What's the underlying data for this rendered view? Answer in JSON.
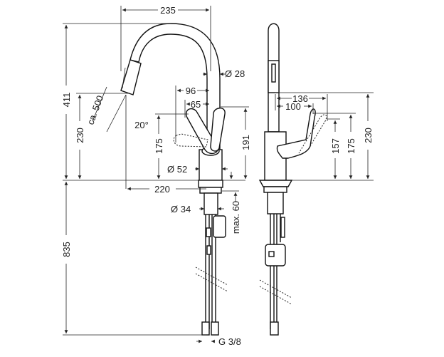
{
  "drawing": {
    "front_view": {
      "width_235": "235",
      "height_411": "411",
      "height_230": "230",
      "pullout_500": "ca. 500",
      "angle_20": "20°",
      "spout_dia_28": "Ø 28",
      "offset_96": "96",
      "offset_65": "65",
      "lever_175": "175",
      "lever_191": "191",
      "body_dia_52": "Ø 52",
      "reach_220": "220",
      "below_835": "835",
      "shank_dia_34": "Ø 34",
      "max_60": "max. 60",
      "thread": "G 3/8"
    },
    "side_view": {
      "dim_136": "136",
      "dim_100": "100",
      "dim_157": "157",
      "dim_175": "175",
      "dim_230": "230"
    }
  }
}
